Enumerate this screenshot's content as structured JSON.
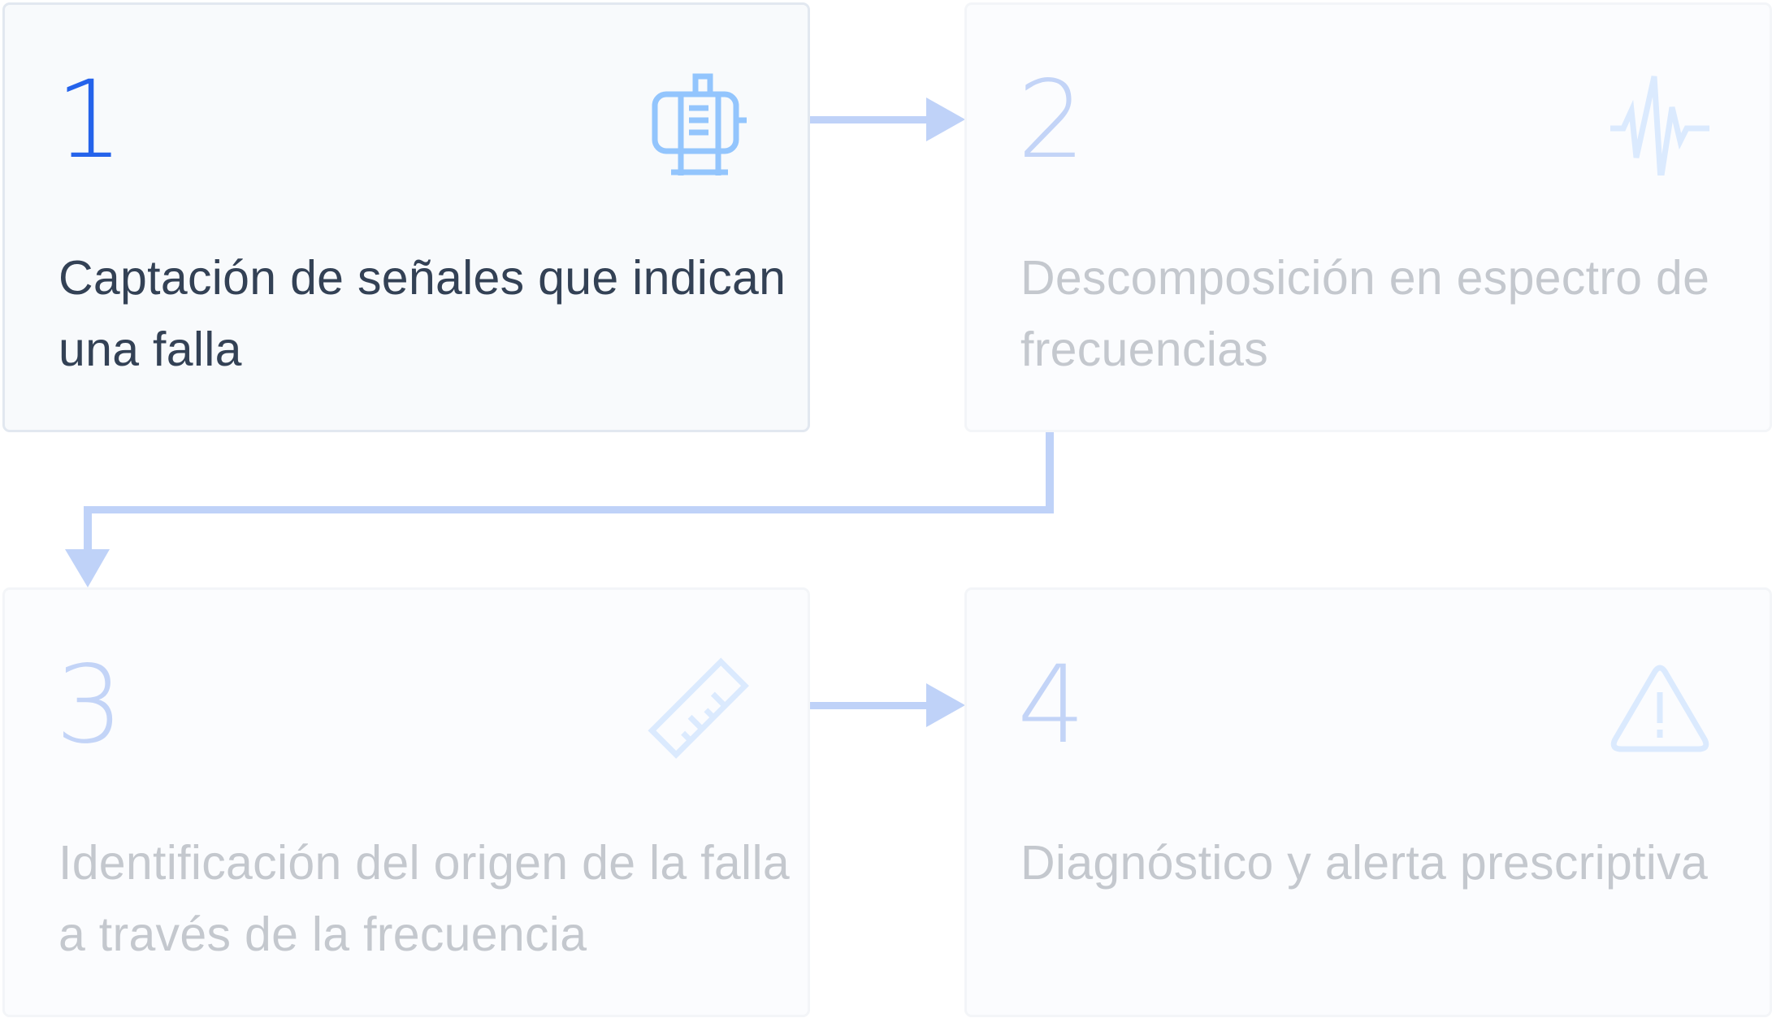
{
  "colors": {
    "accent": "#2563eb",
    "active_text": "#334155",
    "inactive_text": "#c4c8ce",
    "inactive_number": "#c3d4f7",
    "connector": "#bfd2f8",
    "active_icon": "#93c5fd",
    "inactive_icon": "#dbeafe"
  },
  "steps": [
    {
      "number": "1",
      "label": "Captación de señales que indican una falla",
      "icon": "motor-icon",
      "state": "active"
    },
    {
      "number": "2",
      "label": "Descomposición en espectro de frecuencias",
      "icon": "waveform-icon",
      "state": "inactive"
    },
    {
      "number": "3",
      "label": "Identificación del origen de la falla a través de la frecuencia",
      "icon": "ruler-icon",
      "state": "inactive"
    },
    {
      "number": "4",
      "label": "Diagnóstico y alerta prescriptiva",
      "icon": "warning-icon",
      "state": "inactive"
    }
  ],
  "connectors": [
    {
      "from": "1",
      "to": "2",
      "direction": "right"
    },
    {
      "from": "2",
      "to": "3",
      "direction": "down-left-down"
    },
    {
      "from": "3",
      "to": "4",
      "direction": "right"
    }
  ]
}
